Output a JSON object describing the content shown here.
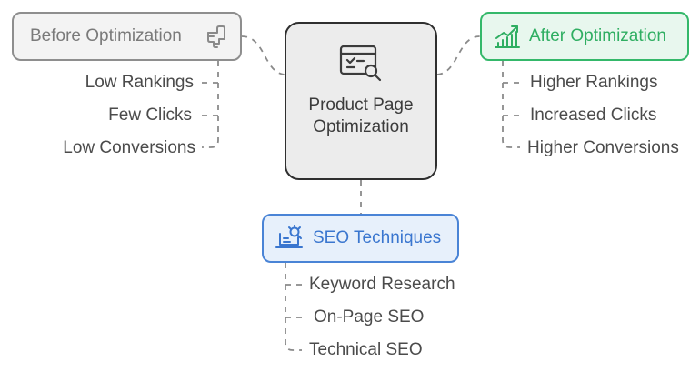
{
  "before": {
    "title": "Before Optimization",
    "icon": "pointing-hand-icon",
    "items": [
      "Low Rankings",
      "Few Clicks",
      "Low Conversions"
    ]
  },
  "center": {
    "title": "Product Page Optimization",
    "icon": "browser-search-icon"
  },
  "after": {
    "title": "After Optimization",
    "icon": "growth-chart-icon",
    "items": [
      "Higher Rankings",
      "Increased Clicks",
      "Higher Conversions"
    ]
  },
  "seo": {
    "title": "SEO Techniques",
    "icon": "laptop-search-icon",
    "items": [
      "Keyword Research",
      "On-Page SEO",
      "Technical SEO"
    ]
  },
  "colors": {
    "before_border": "#8e8e8e",
    "after_accent": "#34b86a",
    "seo_accent": "#4a84d6",
    "center_border": "#2f2f2f"
  }
}
